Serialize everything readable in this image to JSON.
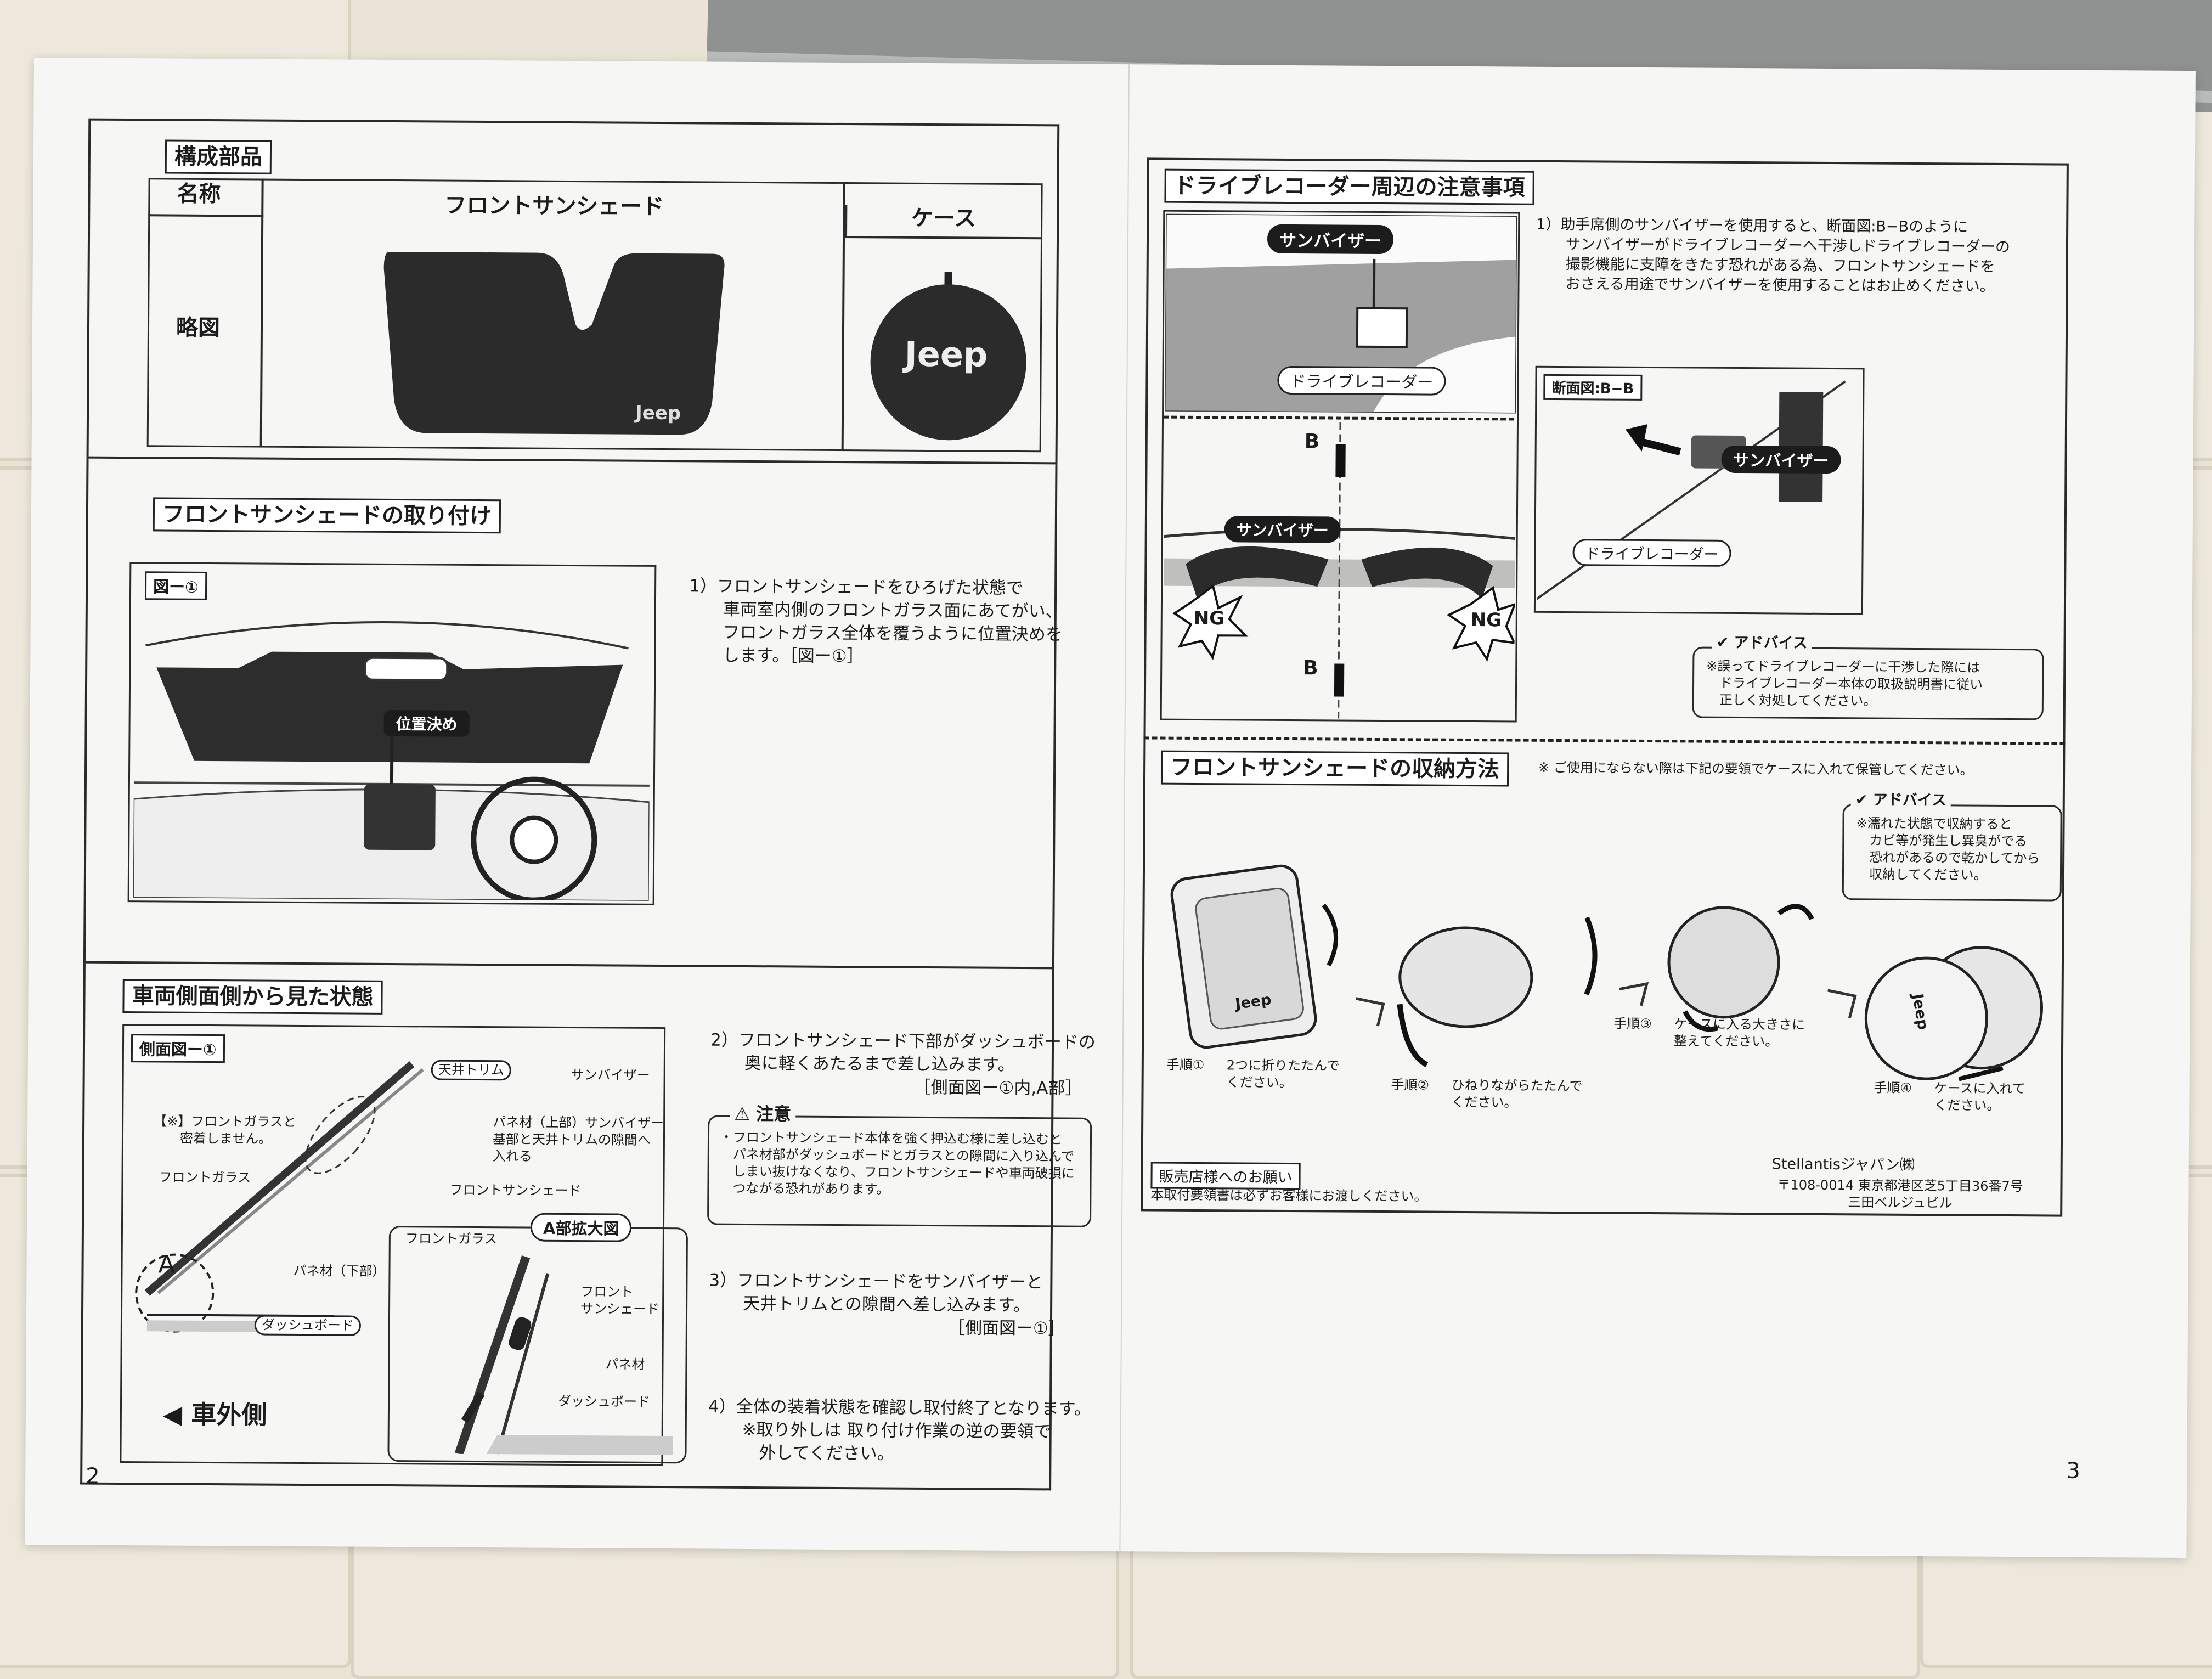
{
  "left_page": {
    "parts": {
      "title": "構成部品",
      "col_name": "名称",
      "col_shade": "フロントサンシェード",
      "col_case": "ケース",
      "row_label": "略図",
      "shade_logo": "Jeep",
      "case_logo": "Jeep"
    },
    "install": {
      "title": "フロントサンシェードの取り付け",
      "fig_label": "図ー①",
      "fig_callout": "位置決め",
      "step1": "1）フロントサンシェードをひろげた状態で\n　　車両室内側のフロントガラス面にあてがい、\n　　フロントガラス全体を覆うように位置決めを\n　　します。［図ー①］"
    },
    "side": {
      "title": "車両側面側から見た状態",
      "fig_label": "側面図ー①",
      "lbl_roof": "天井トリム",
      "lbl_visor": "サンバイザー",
      "lbl_note": "【※】フロントガラスと\n　　密着しません。",
      "lbl_panel_upper": "パネ材（上部）サンバイザー\n基部と天井トリムの隙間へ\n入れる",
      "lbl_glass": "フロントガラス",
      "lbl_shade": "フロントサンシェード",
      "lbl_A": "A",
      "lbl_panel_lower": "パネ材（下部）",
      "lbl_dash": "ダッシュボード",
      "lbl_outside": "車外側",
      "zoom_title": "A部拡大図",
      "zoom_glass": "フロントガラス",
      "zoom_shade": "フロント\nサンシェード",
      "zoom_panel": "パネ材",
      "zoom_dash": "ダッシュボード"
    },
    "step2": "2）フロントサンシェード下部がダッシュボードの\n　　奥に軽くあたるまで差し込みます。",
    "step2_ref": "［側面図ー①内,A部］",
    "caution_title": "注意",
    "caution_text": "・フロントサンシェード本体を強く押込む様に差し込むと\n　パネ材部がダッシュボードとガラスとの隙間に入り込んで\n　しまい抜けなくなり、フロントサンシェードや車両破損に\n　つながる恐れがあります。",
    "step3": "3）フロントサンシェードをサンバイザーと\n　　天井トリムとの隙間へ差し込みます。",
    "step3_ref": "［側面図ー①］",
    "step4": "4）全体の装着状態を確認し取付終了となります。\n　　※取り外しは 取り付け作業の逆の要領で\n　　　外してください。",
    "page_number": "2"
  },
  "right_page": {
    "recorder": {
      "title": "ドライブレコーダー周辺の注意事項",
      "lbl_visor_top": "サンバイザー",
      "lbl_recorder_top": "ドライブレコーダー",
      "lbl_B_top": "B",
      "lbl_B_bottom": "B",
      "lbl_visor_mid": "サンバイザー",
      "lbl_ng_left": "NG",
      "lbl_ng_right": "NG",
      "text1": "1）助手席側のサンバイザーを使用すると、断面図:B−Bのように\n　　サンバイザーがドライブレコーダーへ干渉しドライブレコーダーの\n　　撮影機能に支障をきたす恐れがある為、フロントサンシェードを\n　　おさえる用途でサンバイザーを使用することはお止めください。",
      "section_title": "断面図:B−B",
      "section_visor": "サンバイザー",
      "section_recorder": "ドライブレコーダー",
      "advice_title": "アドバイス",
      "advice_text": "※誤ってドライブレコーダーに干渉した際には\n　ドライブレコーダー本体の取扱説明書に従い\n　正しく対処してください。"
    },
    "storage": {
      "title": "フロントサンシェードの収納方法",
      "note": "※ ご使用にならない際は下記の要領でケースに入れて保管してください。",
      "advice_title": "アドバイス",
      "advice_text": "※濡れた状態で収納すると\n　カビ等が発生し異臭がでる\n　恐れがあるので乾かしてから\n　収納してください。",
      "steps": [
        {
          "label": "手順①",
          "text": "2つに折りたたんで\nください。"
        },
        {
          "label": "手順②",
          "text": "ひねりながらたたんで\nください。"
        },
        {
          "label": "手順③",
          "text": "ケースに入る大きさに\n整えてください。"
        },
        {
          "label": "手順④",
          "text": "ケースに入れて\nください。"
        }
      ],
      "shade_logo": "Jeep",
      "case_logo": "Jeep"
    },
    "dealer_title": "販売店様へのお願い",
    "dealer_text": "本取付要領書は必ずお客様にお渡しください。",
    "company": "Stellantisジャパン㈱",
    "address": "〒108-0014 東京都港区芝5丁目36番7号\n三田ベルジュビル",
    "page_number": "3"
  }
}
